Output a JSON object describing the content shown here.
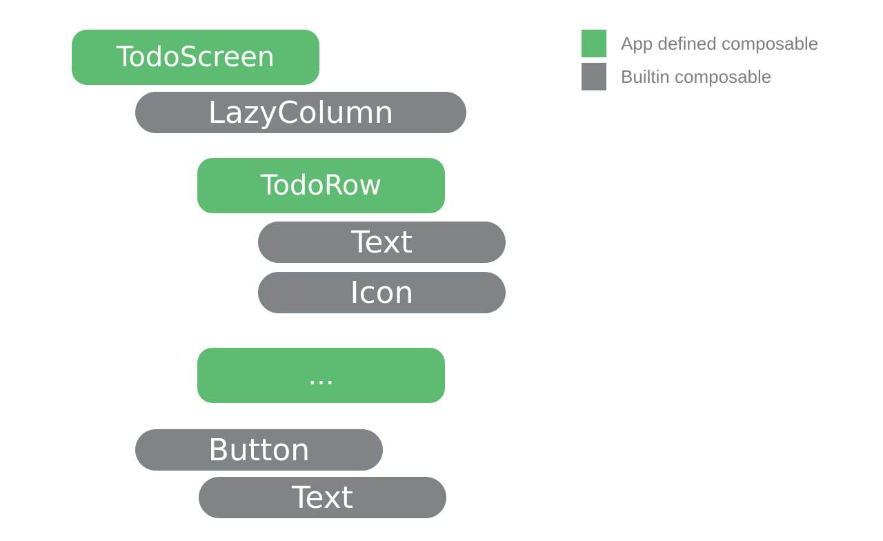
{
  "legend": {
    "app_label": "App defined composable",
    "builtin_label": "Builtin composable",
    "app_color": "#5ebb72",
    "builtin_color": "#808487"
  },
  "nodes": {
    "todo_screen": "TodoScreen",
    "lazy_column": "LazyColumn",
    "todo_row": "TodoRow",
    "row_text": "Text",
    "row_icon": "Icon",
    "ellipsis": "...",
    "button": "Button",
    "button_text": "Text"
  }
}
